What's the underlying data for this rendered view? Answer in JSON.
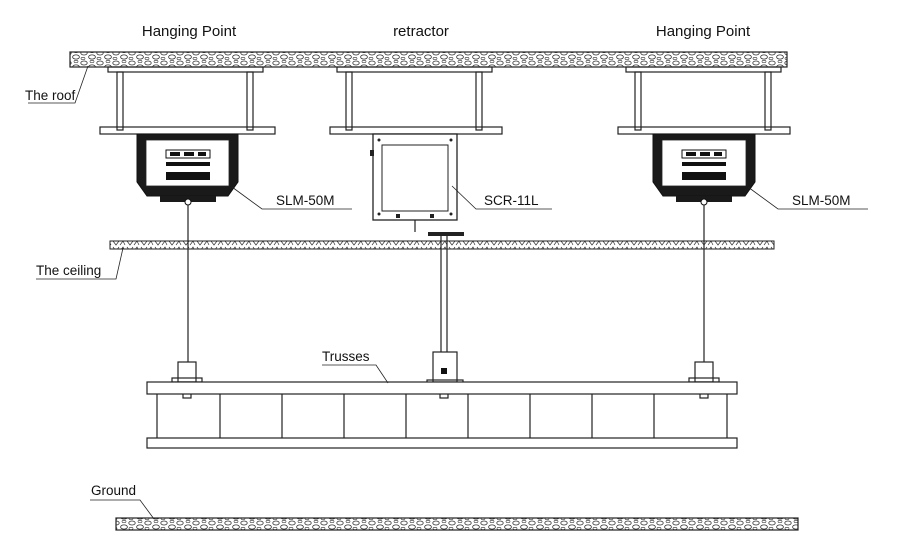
{
  "labels": {
    "hanging_point_left": "Hanging Point",
    "retractor": "retractor",
    "hanging_point_right": "Hanging Point",
    "roof": "The roof",
    "ceiling": "The ceiling",
    "slm_left": "SLM-50M",
    "scr": "SCR-11L",
    "slm_right": "SLM-50M",
    "trusses": "Trusses",
    "ground": "Ground"
  }
}
